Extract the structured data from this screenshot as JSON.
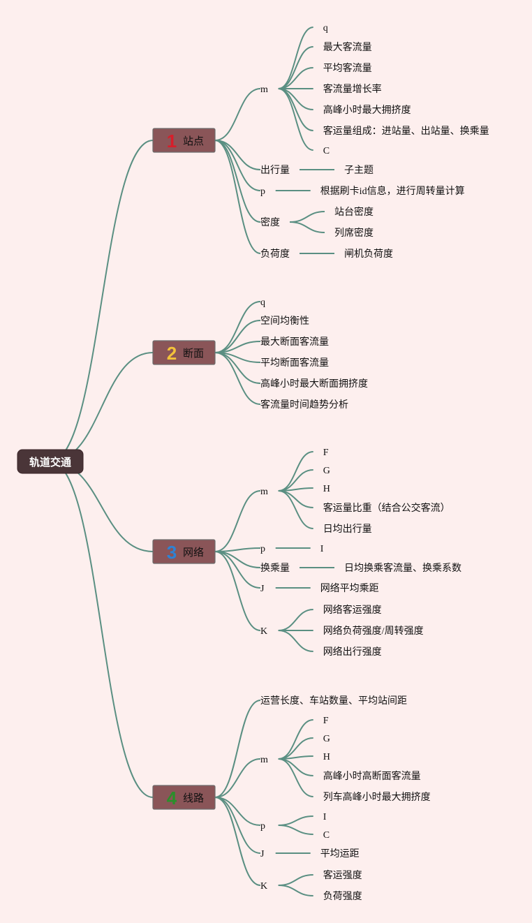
{
  "root": {
    "label": "轨道交通"
  },
  "colors": {
    "line": "#5a8f82",
    "background": "#fdefee",
    "root": "#4a3538",
    "branch": "#8a5558"
  },
  "branches": [
    {
      "num": "1",
      "label": "站点",
      "num_color": "#d81e2a",
      "children": [
        {
          "label": "m",
          "children": [
            {
              "label": "q"
            },
            {
              "label": "最大客流量"
            },
            {
              "label": "平均客流量"
            },
            {
              "label": "客流量增长率"
            },
            {
              "label": "高峰小时最大拥挤度"
            },
            {
              "label": "客运量组成：进站量、出站量、换乘量"
            },
            {
              "label": "C"
            }
          ]
        },
        {
          "label": "出行量",
          "children": [
            {
              "label": "子主题"
            }
          ]
        },
        {
          "label": "p",
          "children": [
            {
              "label": "根据刷卡id信息，进行周转量计算"
            }
          ]
        },
        {
          "label": "密度",
          "children": [
            {
              "label": "站台密度"
            },
            {
              "label": "列席密度"
            }
          ]
        },
        {
          "label": "负荷度",
          "children": [
            {
              "label": "闸机负荷度"
            }
          ]
        }
      ]
    },
    {
      "num": "2",
      "label": "断面",
      "num_color": "#f2c23a",
      "children": [
        {
          "label": "q"
        },
        {
          "label": "空间均衡性"
        },
        {
          "label": "最大断面客流量"
        },
        {
          "label": "平均断面客流量"
        },
        {
          "label": "高峰小时最大断面拥挤度"
        },
        {
          "label": "客流量时间趋势分析"
        }
      ]
    },
    {
      "num": "3",
      "label": "网络",
      "num_color": "#2e82d4",
      "children": [
        {
          "label": "m",
          "children": [
            {
              "label": "F"
            },
            {
              "label": "G"
            },
            {
              "label": "H"
            },
            {
              "label": "客运量比重（结合公交客流）"
            },
            {
              "label": "日均出行量"
            }
          ]
        },
        {
          "label": "p",
          "children": [
            {
              "label": "I"
            }
          ]
        },
        {
          "label": "换乘量",
          "children": [
            {
              "label": "日均换乘客流量、换乘系数"
            }
          ]
        },
        {
          "label": "J",
          "children": [
            {
              "label": "网络平均乘距"
            }
          ]
        },
        {
          "label": "K",
          "children": [
            {
              "label": "网络客运强度"
            },
            {
              "label": "网络负荷强度/周转强度"
            },
            {
              "label": "网络出行强度"
            }
          ]
        }
      ]
    },
    {
      "num": "4",
      "label": "线路",
      "num_color": "#2a8f2a",
      "children": [
        {
          "label": "运营长度、车站数量、平均站间距"
        },
        {
          "label": "m",
          "children": [
            {
              "label": "F"
            },
            {
              "label": "G"
            },
            {
              "label": "H"
            },
            {
              "label": "高峰小时高断面客流量"
            },
            {
              "label": "列车高峰小时最大拥挤度"
            }
          ]
        },
        {
          "label": "p",
          "children": [
            {
              "label": "I"
            },
            {
              "label": "C"
            }
          ]
        },
        {
          "label": "J",
          "children": [
            {
              "label": "平均运距"
            }
          ]
        },
        {
          "label": "K",
          "children": [
            {
              "label": "客运强度"
            },
            {
              "label": "负荷强度"
            }
          ]
        }
      ]
    }
  ]
}
